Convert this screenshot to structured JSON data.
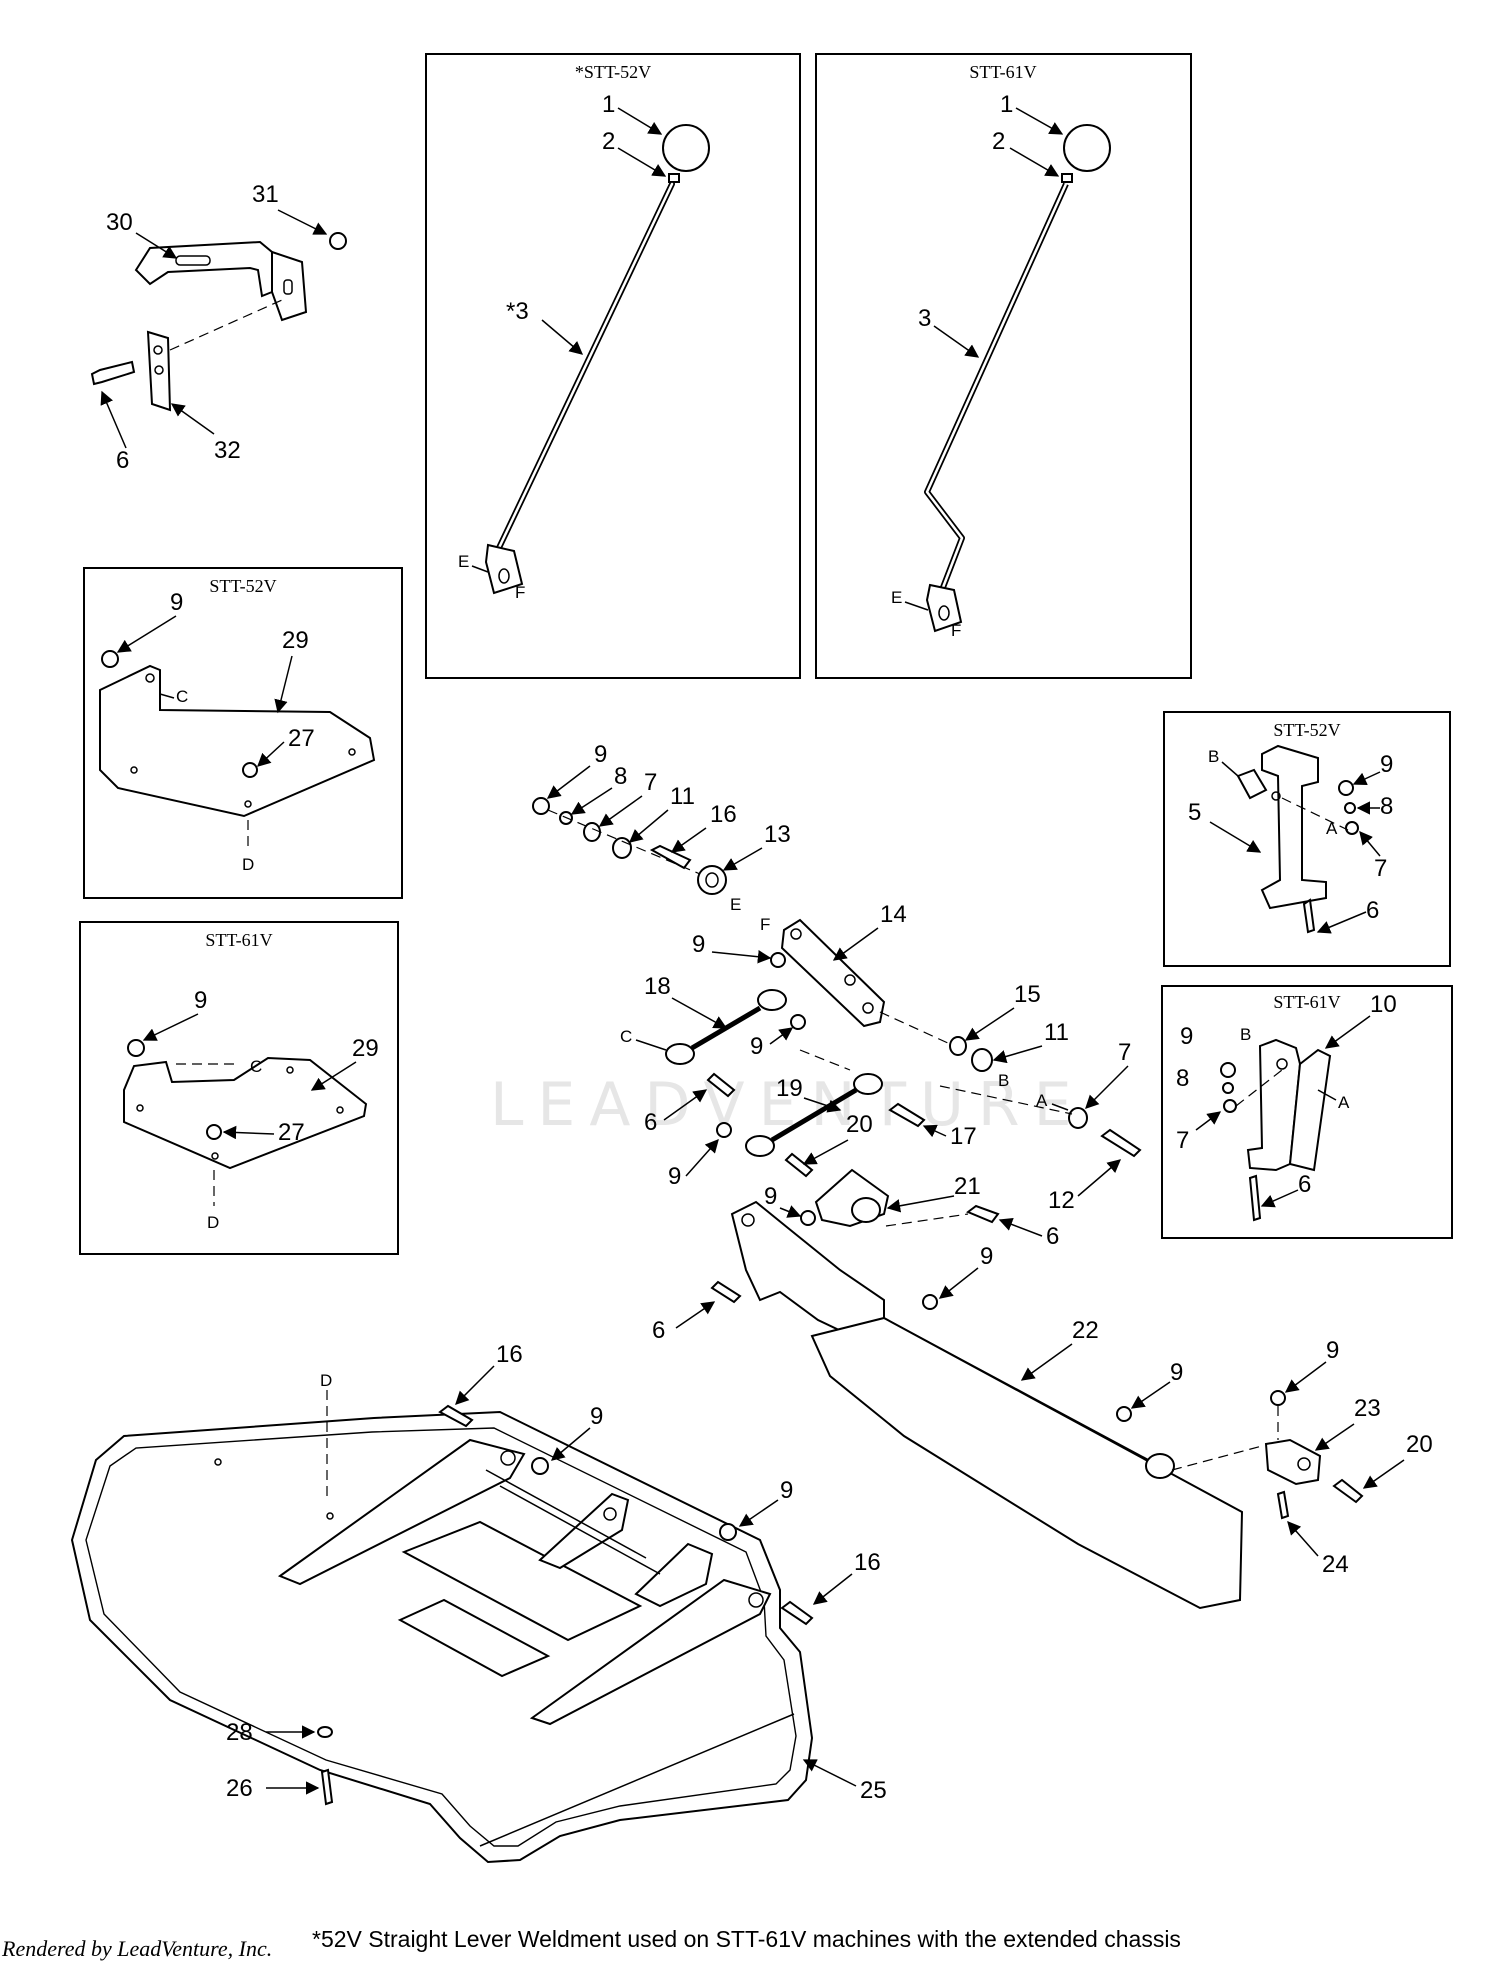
{
  "panels": {
    "lever_52v": "*STT-52V",
    "lever_61v": "STT-61V",
    "plate_52v": "STT-52V",
    "plate_61v": "STT-61V",
    "bracket_52v": "STT-52V",
    "bracket_61v": "STT-61V"
  },
  "callouts": {
    "c1": "1",
    "c2": "2",
    "c3": "*3",
    "c3b": "3",
    "c5": "5",
    "c6": "6",
    "c7": "7",
    "c8": "8",
    "c9": "9",
    "c10": "10",
    "c11": "11",
    "c12": "12",
    "c13": "13",
    "c14": "14",
    "c15": "15",
    "c16": "16",
    "c17": "17",
    "c18": "18",
    "c19": "19",
    "c20": "20",
    "c21": "21",
    "c22": "22",
    "c23": "23",
    "c24": "24",
    "c25": "25",
    "c26": "26",
    "c27": "27",
    "c28": "28",
    "c29": "29",
    "c30": "30",
    "c31": "31",
    "c32": "32"
  },
  "letters": {
    "a": "A",
    "b": "B",
    "c": "C",
    "d": "D",
    "e": "E",
    "f": "F"
  },
  "watermark": "LEADVENTURE",
  "footer": {
    "credit": "Rendered by LeadVenture, Inc.",
    "note": "*52V Straight Lever Weldment used on STT-61V machines with the extended chassis"
  }
}
